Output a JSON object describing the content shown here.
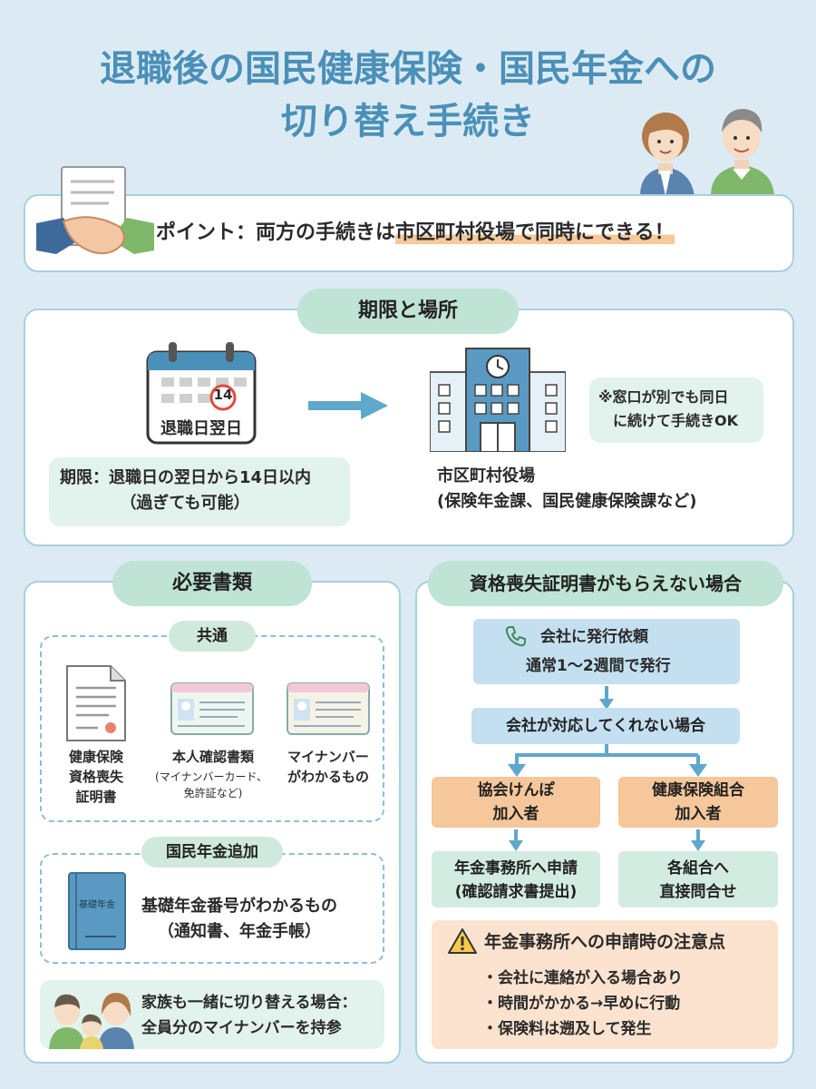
{
  "title": {
    "line1": "退職後の国民健康保険・国民年金への",
    "line2": "切り替え手続き"
  },
  "point": {
    "label": "ポイント：",
    "text_plain": "両方の手続きは",
    "text_highlight": "市区町村役場で同時にできる！"
  },
  "deadline_section": {
    "heading": "期限と場所",
    "calendar_number": "14",
    "calendar_label": "退職日翌日",
    "deadline_line1": "期限：退職日の翌日から14日以内",
    "deadline_line2": "（過ぎても可能）",
    "note_line1": "※窓口が別でも同日",
    "note_line2": "に続けて手続きOK",
    "office_line1": "市区町村役場",
    "office_line2": "(保険年金課、国民健康保険課など)"
  },
  "documents": {
    "heading": "必要書類",
    "common_heading": "共通",
    "items": [
      {
        "lines": [
          "健康保険",
          "資格喪失",
          "証明書"
        ]
      },
      {
        "lines": [
          "本人確認書類"
        ],
        "sub": [
          "(マイナンバーカード、",
          "免許証など)"
        ]
      },
      {
        "lines": [
          "マイナンバー",
          "がわかるもの"
        ]
      }
    ],
    "pension_heading": "国民年金追加",
    "pension_book_label": "基礎年金",
    "pension_line1": "基礎年金番号がわかるもの",
    "pension_line2": "（通知書、年金手帳）",
    "family_line1": "家族も一緒に切り替える場合：",
    "family_line2": "全員分のマイナンバーを持参"
  },
  "no_certificate": {
    "heading": "資格喪失証明書がもらえない場合",
    "request_line1": "会社に発行依頼",
    "request_line2": "通常1〜2週間で発行",
    "not_respond": "会社が対応してくれない場合",
    "left_box_line1": "協会けんぽ",
    "left_box_line2": "加入者",
    "right_box_line1": "健康保険組合",
    "right_box_line2": "加入者",
    "left_result_line1": "年金事務所へ申請",
    "left_result_line2": "(確認請求書提出)",
    "right_result_line1": "各組合へ",
    "right_result_line2": "直接問合せ",
    "caution_heading": "年金事務所への申請時の注意点",
    "caution_items": [
      "・会社に連絡が入る場合あり",
      "・時間がかかる→早めに行動",
      "・保険料は遡及して発生"
    ]
  },
  "colors": {
    "title": "#4a90b8",
    "accent_green": "#bfe3d4",
    "accent_orange": "#f5c79a",
    "flow_blue": "#c4e0f0",
    "background": "#dcebf3"
  }
}
